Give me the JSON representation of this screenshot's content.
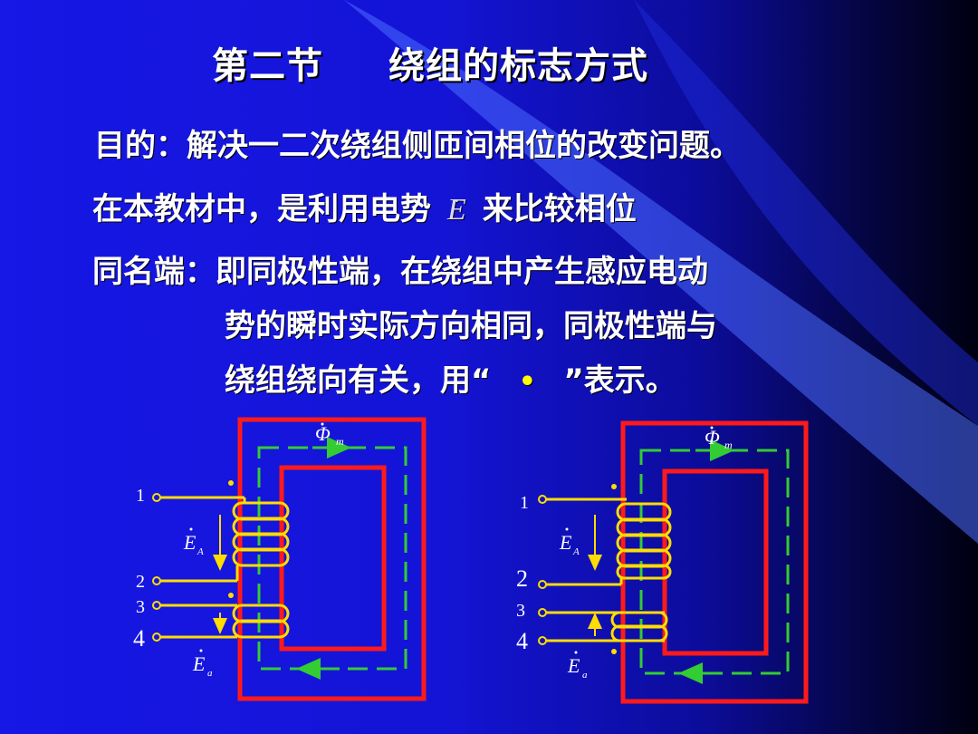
{
  "title": {
    "section": "第二节",
    "topic": "绕组的标志方式"
  },
  "lines": {
    "purpose": "目的：解决一二次绕组侧匝间相位的改变问题。",
    "compare_prefix": "在本教材中，是利用电势",
    "compare_symbol": "E",
    "compare_suffix": "来比较相位",
    "same_name_1": "同名端：即同极性端，在绕组中产生感应电动",
    "same_name_2": "势的瞬时实际方向相同，同极性端与",
    "same_name_3_prefix": "绕组绕向有关，用“",
    "same_name_3_dot": "•",
    "same_name_3_suffix": "”表示。"
  },
  "diagrams": {
    "left": {
      "flux": "Φ",
      "flux_sub": "m",
      "terminals": [
        "1",
        "2",
        "3",
        "4"
      ],
      "emf_primary": "E",
      "emf_primary_sub": "A",
      "emf_secondary": "E",
      "emf_secondary_sub": "a"
    },
    "right": {
      "flux": "Φ",
      "flux_sub": "m",
      "terminals": [
        "1",
        "2",
        "3",
        "4"
      ],
      "emf_primary": "E",
      "emf_primary_sub": "A",
      "emf_secondary": "E",
      "emf_secondary_sub": "a"
    }
  },
  "colors": {
    "core": "#ff1a1a",
    "flux_path": "#33cc33",
    "winding": "#ffdd00",
    "text": "#ffffff"
  }
}
